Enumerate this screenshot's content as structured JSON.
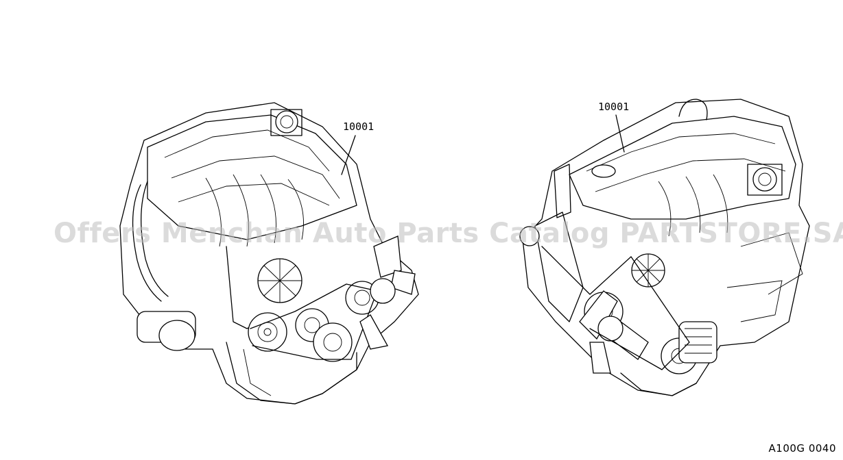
{
  "diagram": {
    "callouts": [
      {
        "id": "left-engine",
        "label": "10001"
      },
      {
        "id": "right-engine",
        "label": "10001"
      }
    ],
    "page_code": "A100G 0040",
    "watermark": "Offers Menchan Auto Parts Catalog PARTSTORE.SA",
    "colors": {
      "line": "#000000",
      "background": "#ffffff",
      "watermark": "#bebebe"
    }
  }
}
